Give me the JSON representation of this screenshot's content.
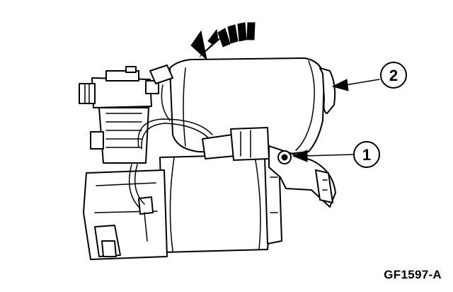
{
  "figure_id": "GF1597-A",
  "callouts": [
    {
      "number": "1"
    },
    {
      "number": "2"
    }
  ],
  "colors": {
    "ink": "#000000",
    "paper": "#ffffff"
  }
}
